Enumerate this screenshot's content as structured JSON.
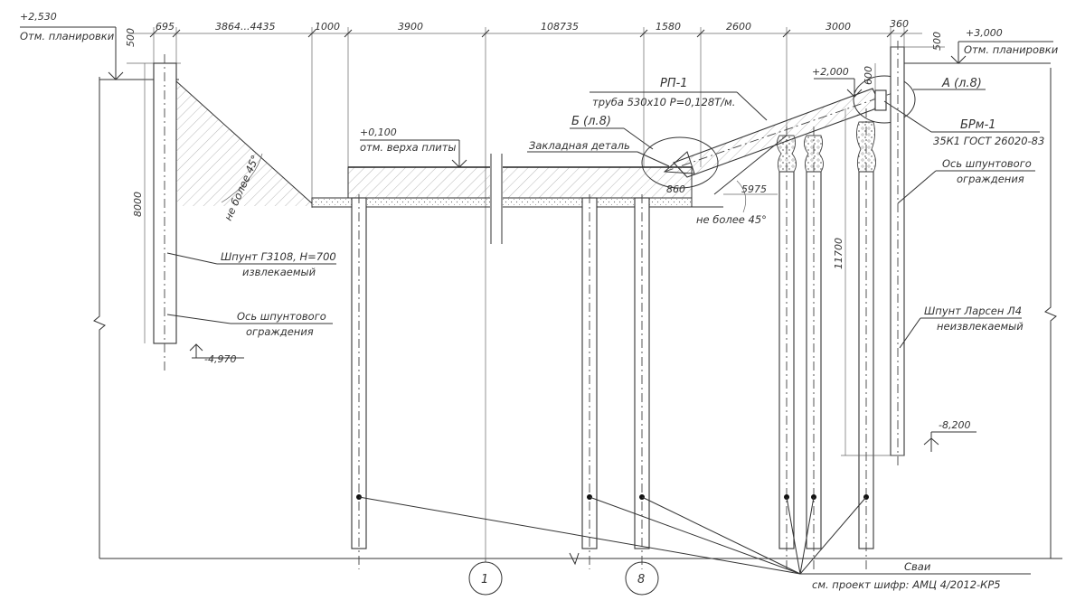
{
  "dims_top": {
    "d695": "695",
    "d3864": "3864...4435",
    "d1000": "1000",
    "d3900": "3900",
    "d108735": "108735",
    "d1580": "1580",
    "d2600": "2600",
    "d3000": "3000",
    "d360": "360",
    "d500_left": "500",
    "d500_right": "500"
  },
  "dims_other": {
    "d8000": "8000",
    "d600": "600",
    "d860": "860",
    "d5975": "5975",
    "d11700": "11700"
  },
  "levels": {
    "left_top": "+2,530",
    "left_top_label": "Отм. планировки",
    "right_top": "+3,000",
    "right_top_label": "Отм. планировки",
    "slab_top": "+0,100",
    "slab_top_label": "отм. верха плиты",
    "strut_top": "+2,000",
    "left_bottom": "-4,970",
    "right_bottom": "-8,200"
  },
  "labels": {
    "angle_left": "не более 45°",
    "angle_right": "не более 45°",
    "rp1": "РП-1",
    "pipe": "труба 530x10 Р=0,128Т/м.",
    "node_b": "Б (л.8)",
    "embed": "Закладная деталь",
    "node_a": "А (л.8)",
    "brm": "БРм-1",
    "brm_spec": "35К1 ГОСТ 26020-83",
    "axis_right_1": "Ось шпунтового",
    "axis_right_2": "ограждения",
    "sheet_left_1": "Шпунт Г3108, Н=700",
    "sheet_left_2": "извлекаемый",
    "axis_left_1": "Ось шпунтового",
    "axis_left_2": "ограждения",
    "sheet_right_1": "Шпунт Ларсен Л4",
    "sheet_right_2": "неизвлекаемый",
    "piles_1": "Сваи",
    "piles_2": "см. проект шифр: АМЦ 4/2012-КР5"
  },
  "axes": [
    "1",
    "8"
  ]
}
